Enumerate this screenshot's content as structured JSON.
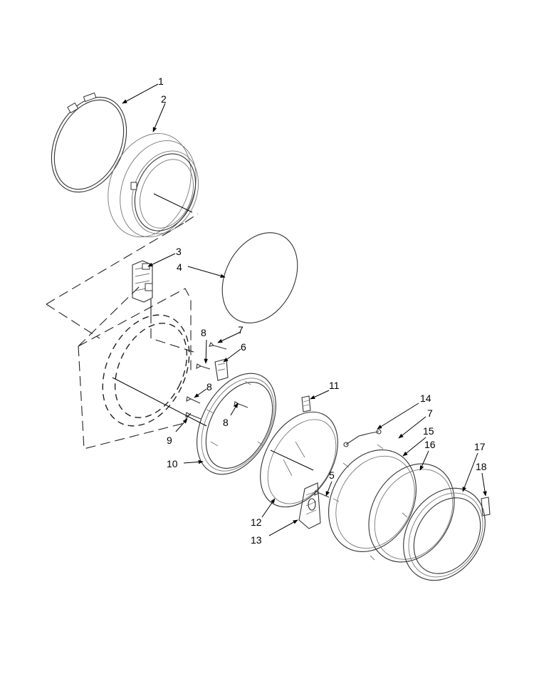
{
  "callouts": [
    {
      "label": "1"
    },
    {
      "label": "2"
    },
    {
      "label": "3"
    },
    {
      "label": "4"
    },
    {
      "label": "5"
    },
    {
      "label": "6"
    },
    {
      "label": "7"
    },
    {
      "label": "7"
    },
    {
      "label": "8"
    },
    {
      "label": "8"
    },
    {
      "label": "8"
    },
    {
      "label": "9"
    },
    {
      "label": "10"
    },
    {
      "label": "11"
    },
    {
      "label": "12"
    },
    {
      "label": "13"
    },
    {
      "label": "14"
    },
    {
      "label": "15"
    },
    {
      "label": "16"
    },
    {
      "label": "17"
    },
    {
      "label": "18"
    }
  ]
}
